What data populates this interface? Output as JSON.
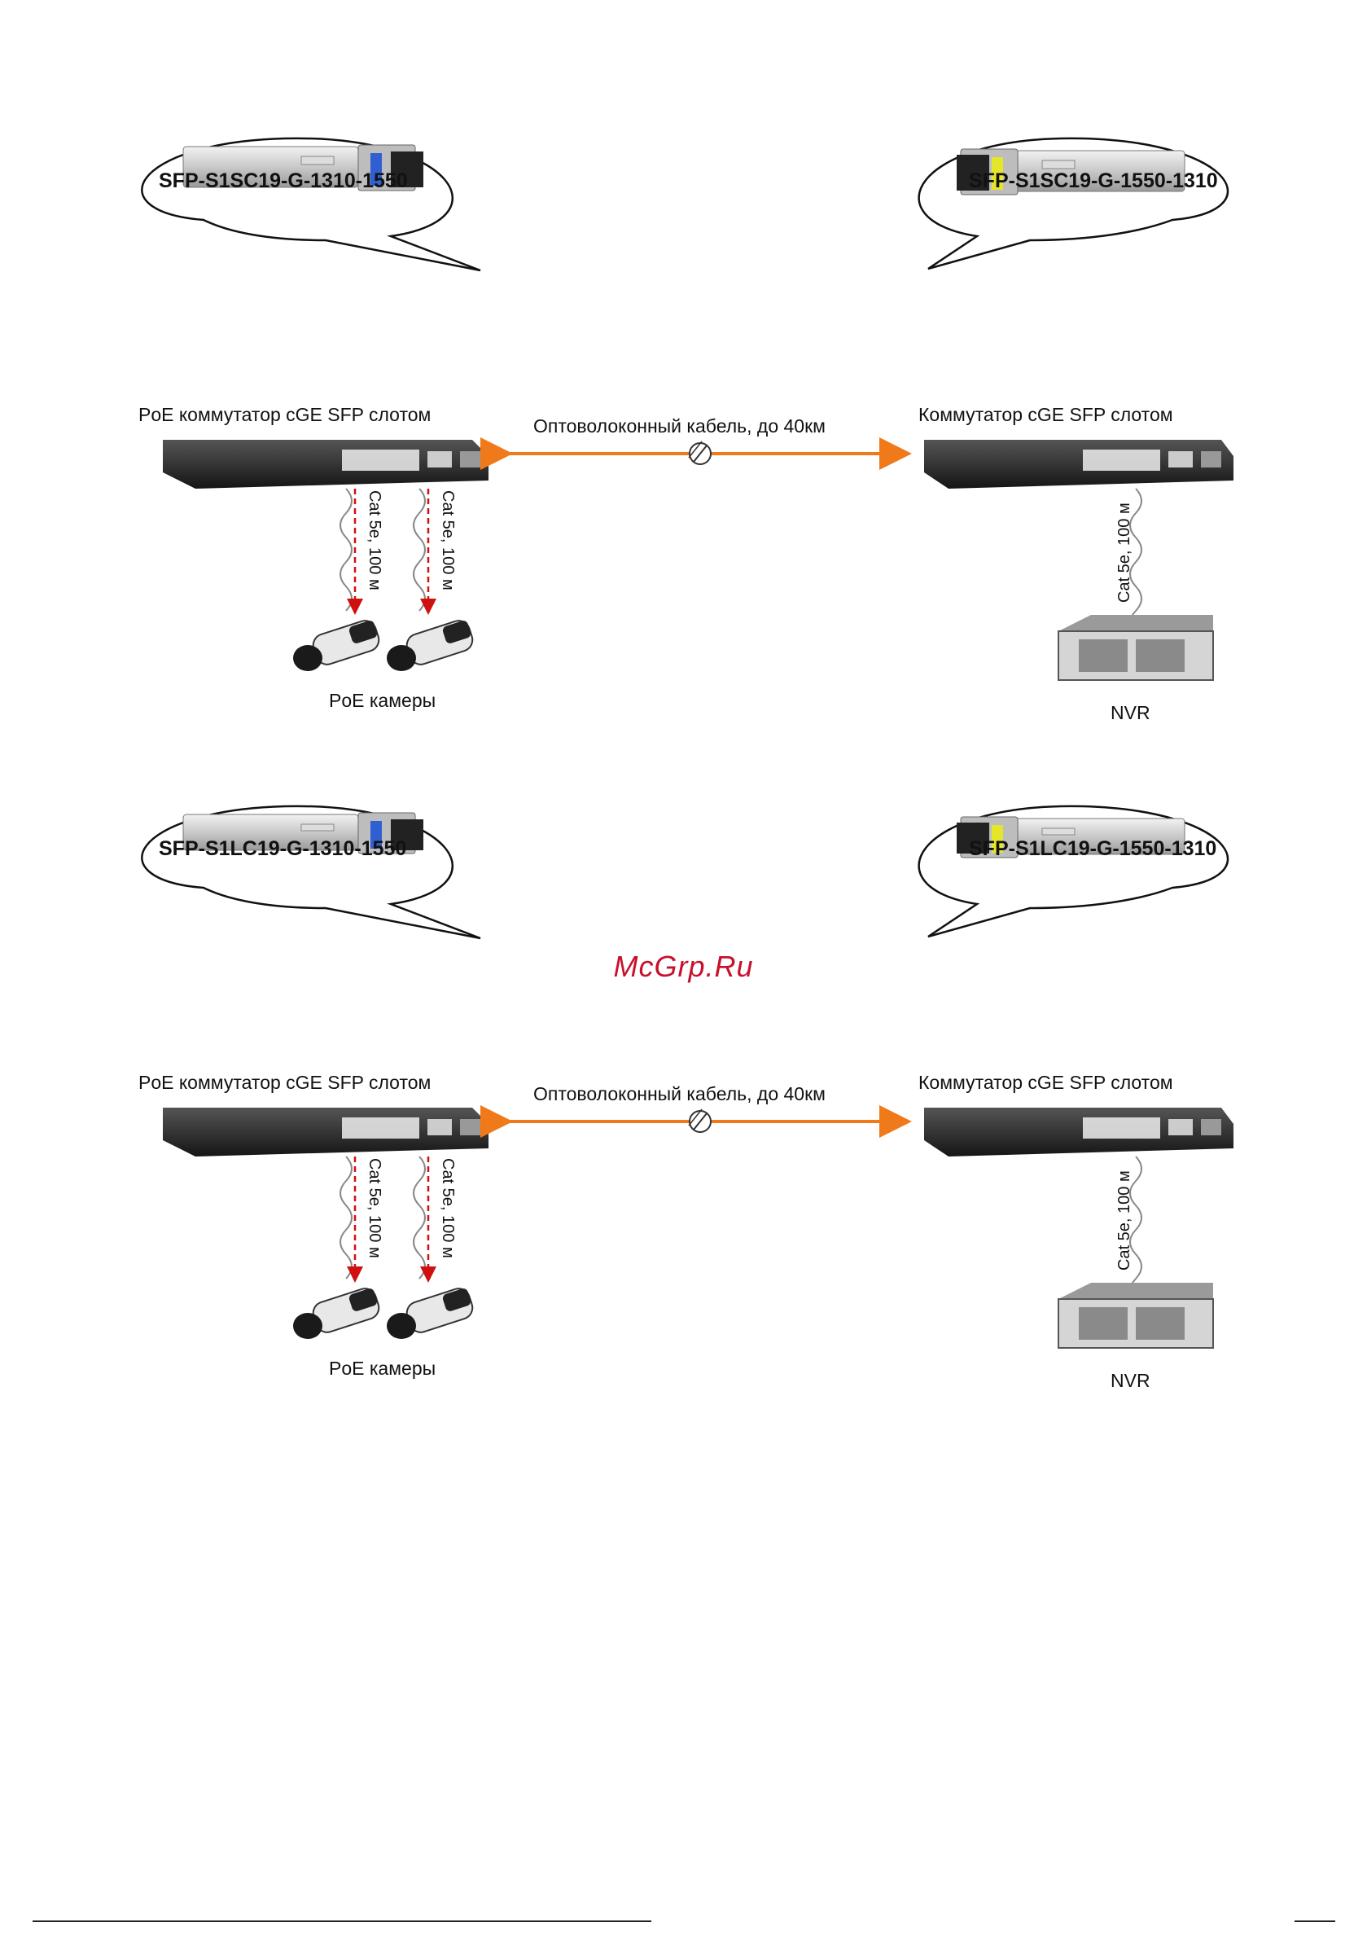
{
  "diagrams": [
    {
      "left_sfp_model": "SFP-S1SC19-G-1310-1550",
      "right_sfp_model": "SFP-S1SC19-G-1550-1310",
      "left_switch_label": "PoE коммутатор cGE SFP слотом",
      "right_switch_label": "Коммутатор cGE SFP слотом",
      "fiber_label": "Оптоволоконный кабель, до 40км",
      "cable_label": "Cat 5e, 100 м",
      "cameras_label": "PoE камеры",
      "nvr_label": "NVR",
      "connector_type": "SC"
    },
    {
      "left_sfp_model": "SFP-S1LC19-G-1310-1550",
      "right_sfp_model": "SFP-S1LC19-G-1550-1310",
      "left_switch_label": "PoE коммутатор cGE SFP слотом",
      "right_switch_label": "Коммутатор cGE SFP слотом",
      "fiber_label": "Оптоволоконный кабель, до 40км",
      "cable_label": "Cat 5e, 100 м",
      "cameras_label": "PoE камеры",
      "nvr_label": "NVR",
      "connector_type": "LC"
    }
  ],
  "watermark": "McGrp.Ru",
  "colors": {
    "fiber": "#f07a1a",
    "cable_arrow": "#d01010",
    "left_latch": "#2f5fd0",
    "right_latch": "#e6e628"
  }
}
